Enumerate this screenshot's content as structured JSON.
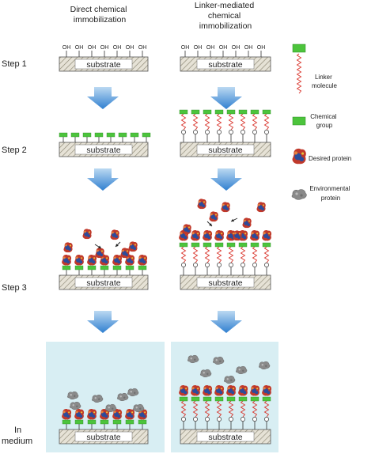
{
  "columns": {
    "direct": [
      "Direct chemical",
      "immobilization"
    ],
    "linker": [
      "Linker-mediated",
      "chemical",
      "immobilization"
    ]
  },
  "steps": {
    "step1": "Step 1",
    "step2": "Step 2",
    "step3": "Step 3",
    "medium": [
      "In",
      "medium"
    ]
  },
  "substrate_label": "substrate",
  "oh_label": "OH",
  "legend": {
    "linker": [
      "Linker",
      "molecule"
    ],
    "chemical_group": [
      "Chemical",
      "group"
    ],
    "desired_protein": "Desired protein",
    "environmental_protein": [
      "Environmental",
      "protein"
    ]
  },
  "colors": {
    "chemical_group": "#4cc43c",
    "linker": "#d9342b",
    "arrow": "#3a86d0",
    "medium_bg": "#d8eef3",
    "protein_red": "#c0392b",
    "protein_blue": "#2b4c9b",
    "env_protein": "#8a8a8a"
  }
}
